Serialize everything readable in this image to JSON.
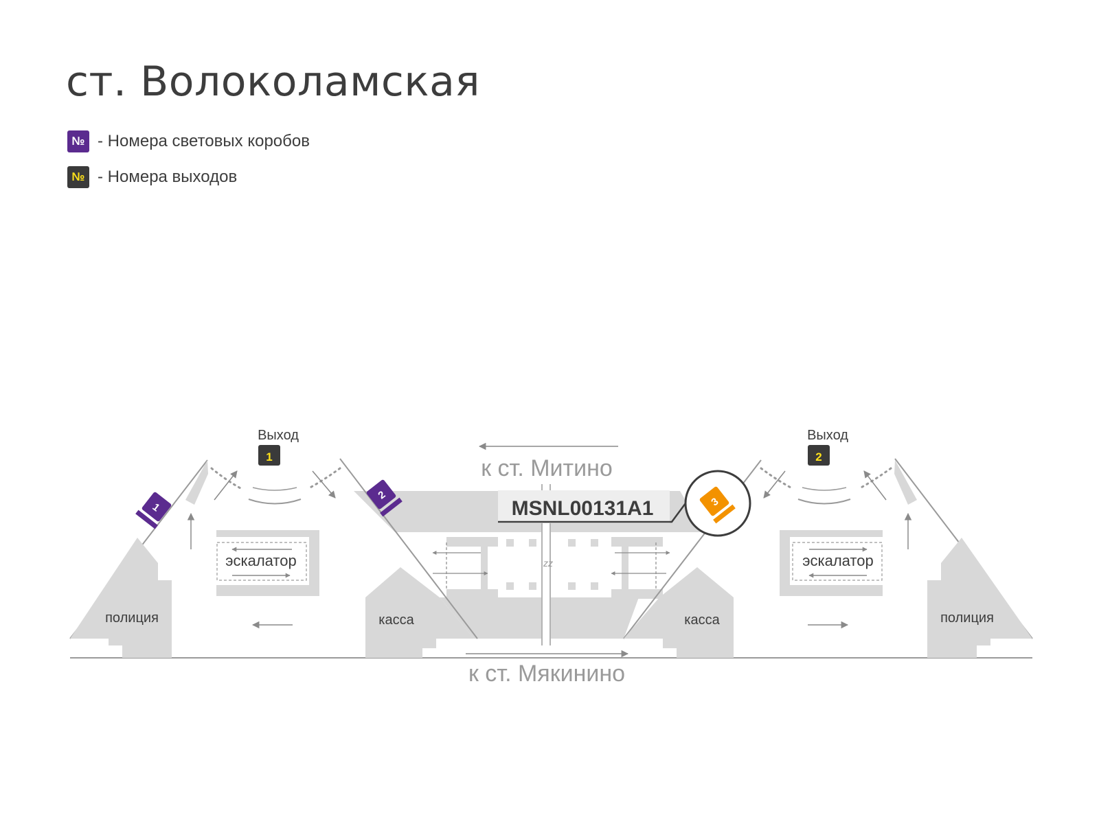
{
  "station_title": "ст. Волоколамская",
  "legend": {
    "symbol": "№",
    "lightbox_text": "- Номера световых коробов",
    "exit_text": "- Номера выходов"
  },
  "labels": {
    "exit_word": "Выход",
    "escalator": "эскалатор",
    "police": "полиция",
    "ticket_office": "касса",
    "direction_top": "к ст. Митино",
    "direction_bottom": "к ст. Мякинино",
    "zz": "zz"
  },
  "exits": [
    {
      "number": "1"
    },
    {
      "number": "2"
    }
  ],
  "lightboxes": [
    {
      "number": "1",
      "highlighted": false
    },
    {
      "number": "2",
      "highlighted": false
    },
    {
      "number": "3",
      "highlighted": true
    }
  ],
  "callout_code": "MSNL00131A1",
  "colors": {
    "lightbox": "#5b2b8f",
    "highlight": "#f39200",
    "exit_badge": "#3a3a3a",
    "exit_number": "#ffe21a",
    "structure": "#d8d8d8",
    "lines": "#8a8a8a",
    "text": "#3d3d3d"
  }
}
